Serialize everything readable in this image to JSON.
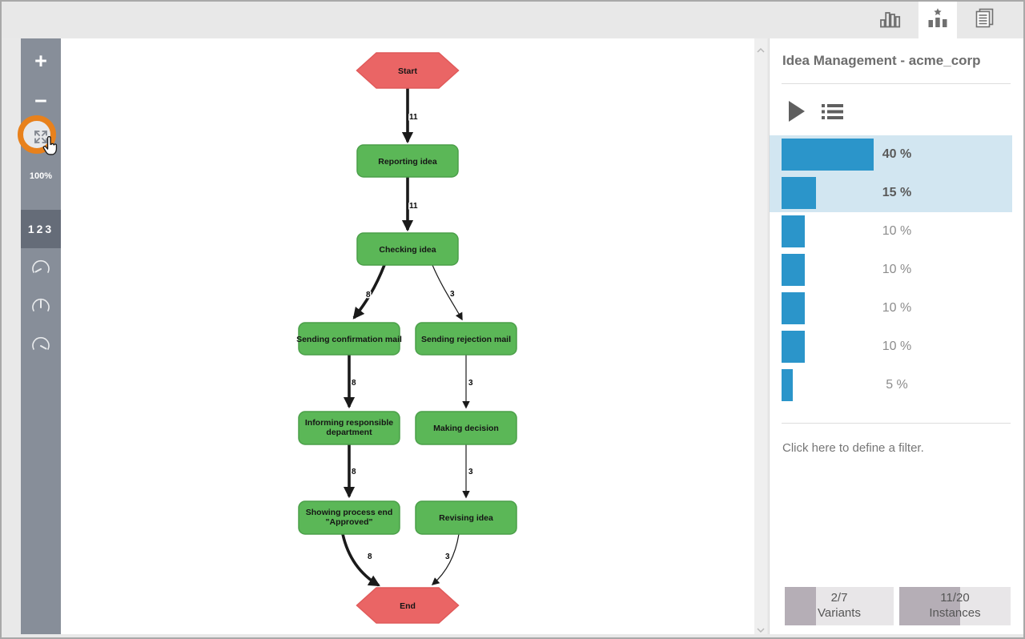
{
  "top_tabs": [
    {
      "name": "frequency-chart-tab",
      "icon": "bar-chart-icon",
      "active": false
    },
    {
      "name": "variants-tab",
      "icon": "starred-bar-chart-icon",
      "active": true
    },
    {
      "name": "log-tab",
      "icon": "documents-icon",
      "active": false
    }
  ],
  "left_toolbar": {
    "zoom_in": "+",
    "zoom_out": "−",
    "fit_icon": "fit-to-screen-icon",
    "zoom_level": "100%",
    "frequency_label": "123",
    "gauge_icons": [
      "gauge-low-icon",
      "gauge-mid-icon",
      "gauge-high-icon"
    ],
    "highlight_color": "#e8811c"
  },
  "flowchart": {
    "colors": {
      "activity_fill": "#5bb757",
      "activity_border": "#4b9f49",
      "event_fill": "#ea6565",
      "event_border": "#e05a5a"
    },
    "nodes": [
      {
        "id": "start",
        "type": "event",
        "label": "Start"
      },
      {
        "id": "reporting",
        "type": "activity",
        "label": "Reporting idea"
      },
      {
        "id": "checking",
        "type": "activity",
        "label": "Checking idea"
      },
      {
        "id": "confirmation",
        "type": "activity",
        "label": "Sending confirmation mail"
      },
      {
        "id": "rejection",
        "type": "activity",
        "label": "Sending rejection mail"
      },
      {
        "id": "informing",
        "type": "activity",
        "line1": "Informing responsible",
        "line2": "department"
      },
      {
        "id": "decision",
        "type": "activity",
        "label": "Making decision"
      },
      {
        "id": "showing",
        "type": "activity",
        "line1": "Showing process end",
        "line2": "\"Approved\""
      },
      {
        "id": "revising",
        "type": "activity",
        "label": "Revising idea"
      },
      {
        "id": "end",
        "type": "event",
        "label": "End"
      }
    ],
    "edges": [
      {
        "from": "Start",
        "to": "Reporting idea",
        "count": "11",
        "weight": "thick"
      },
      {
        "from": "Reporting idea",
        "to": "Checking idea",
        "count": "11",
        "weight": "thick"
      },
      {
        "from": "Checking idea",
        "to": "Sending confirmation mail",
        "count": "8",
        "weight": "thick"
      },
      {
        "from": "Checking idea",
        "to": "Sending rejection mail",
        "count": "3",
        "weight": "thin"
      },
      {
        "from": "Sending confirmation mail",
        "to": "Informing responsible department",
        "count": "8",
        "weight": "thick"
      },
      {
        "from": "Sending rejection mail",
        "to": "Making decision",
        "count": "3",
        "weight": "thin"
      },
      {
        "from": "Informing responsible department",
        "to": "Showing process end \"Approved\"",
        "count": "8",
        "weight": "thick"
      },
      {
        "from": "Making decision",
        "to": "Revising idea",
        "count": "3",
        "weight": "thin"
      },
      {
        "from": "Showing process end \"Approved\"",
        "to": "End",
        "count": "8",
        "weight": "thick"
      },
      {
        "from": "Revising idea",
        "to": "End",
        "count": "3",
        "weight": "thin"
      }
    ]
  },
  "right_panel": {
    "title": "Idea Management - acme_corp",
    "bar_color": "#2b95ca",
    "selection_color": "#d2e6f1",
    "variants": [
      {
        "label": "40 %",
        "percent": 40,
        "selected": true
      },
      {
        "label": "15 %",
        "percent": 15,
        "selected": true
      },
      {
        "label": "10 %",
        "percent": 10,
        "selected": false
      },
      {
        "label": "10 %",
        "percent": 10,
        "selected": false
      },
      {
        "label": "10 %",
        "percent": 10,
        "selected": false
      },
      {
        "label": "10 %",
        "percent": 10,
        "selected": false
      },
      {
        "label": "5 %",
        "percent": 5,
        "selected": false
      }
    ],
    "filter_prompt": "Click here to define a filter.",
    "stats": [
      {
        "value": "2/7",
        "label": "Variants"
      },
      {
        "value": "11/20",
        "label": "Instances"
      }
    ]
  }
}
